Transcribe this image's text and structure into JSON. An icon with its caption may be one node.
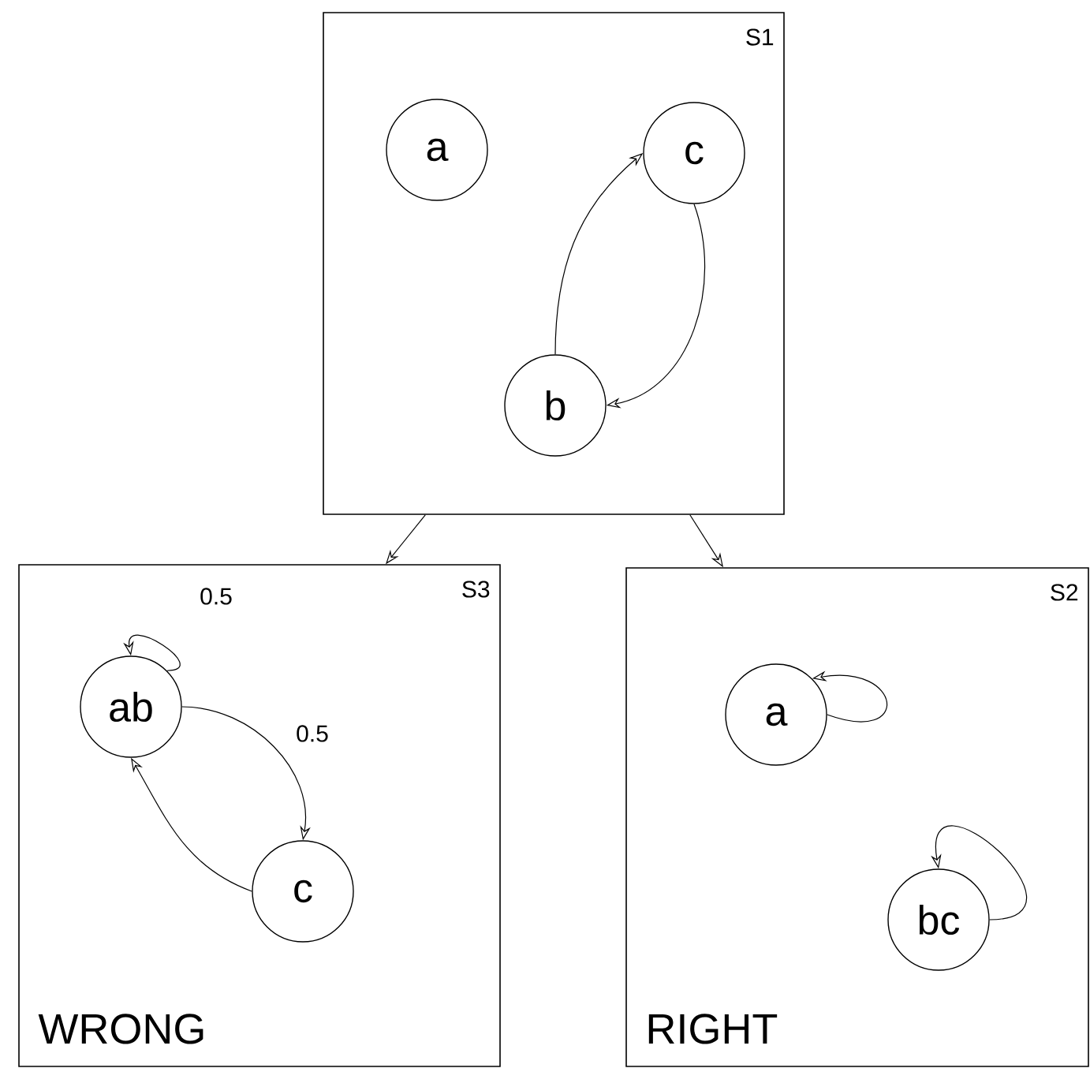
{
  "diagram": {
    "nodes": [
      {
        "text": [
          "S1"
        ]
      },
      {
        "text": [
          "a"
        ],
        "in": 0
      },
      {
        "text": [
          "c"
        ],
        "in": 0
      },
      {
        "text": [
          "b"
        ],
        "in": 0
      },
      {
        "text": [
          "S3",
          "WRONG"
        ]
      },
      {
        "text": [
          "ab"
        ],
        "in": 4
      },
      {
        "text": [
          "c"
        ],
        "in": 4
      },
      {
        "text": [
          "S2",
          "RIGHT"
        ]
      },
      {
        "text": [
          "a"
        ],
        "in": 7
      },
      {
        "text": [
          "bc"
        ],
        "in": 7
      }
    ],
    "edges": [
      {
        "from": 0,
        "to": 4,
        "arrow": "to"
      },
      {
        "from": 0,
        "to": 7,
        "arrow": "to"
      },
      {
        "from": 3,
        "to": 2,
        "arrow": "to"
      },
      {
        "from": 2,
        "to": 3,
        "arrow": "to"
      },
      {
        "from": 5,
        "to": 5,
        "arrow": "to",
        "label": "0.5"
      },
      {
        "from": 5,
        "to": 6,
        "arrow": "to",
        "label": "0.5"
      },
      {
        "from": 6,
        "to": 5,
        "arrow": "to"
      },
      {
        "from": 8,
        "to": 8,
        "arrow": "to"
      },
      {
        "from": 9,
        "to": 9,
        "arrow": "to"
      }
    ]
  }
}
